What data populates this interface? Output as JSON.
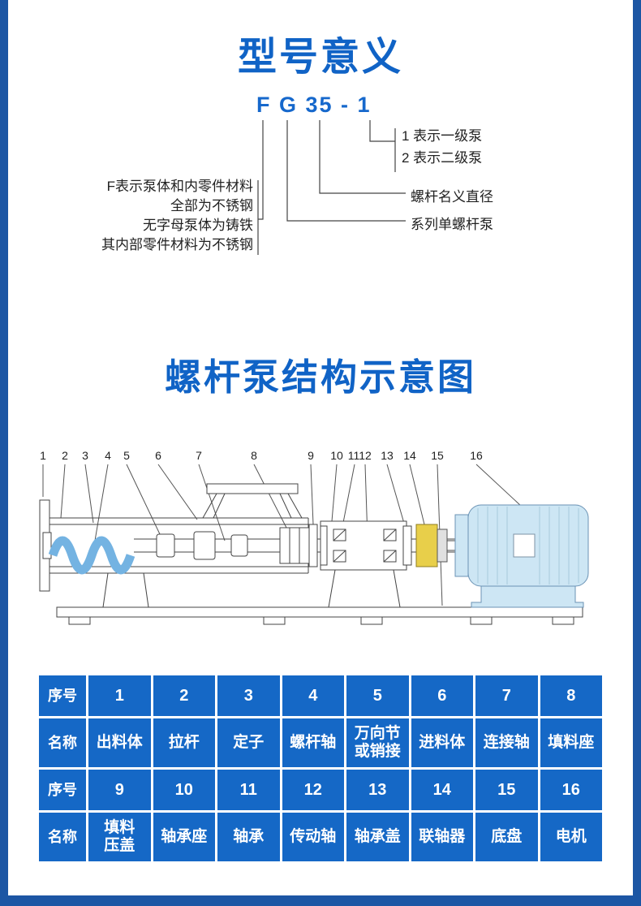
{
  "colors": {
    "accent_blue": "#1063c6",
    "table_blue": "#1568c6",
    "border_blue": "#1c56a4",
    "coupling_yellow": "#e8cf4a",
    "motor_blue": "#cde6f4",
    "screw_blue": "#74b3e2"
  },
  "model_section": {
    "title": "型号意义",
    "code": "F G 35 - 1",
    "stage_labels": [
      "1 表示一级泵",
      "2 表示二级泵"
    ],
    "diameter_label": "螺杆名义直径",
    "series_label": "系列单螺杆泵",
    "material_lines": [
      "F表示泵体和内零件材料",
      "全部为不锈钢",
      "无字母泵体为铸铁",
      "其内部零件材料为不锈钢"
    ]
  },
  "diagram_section": {
    "title": "螺杆泵结构示意图",
    "numbers": [
      "1",
      "2",
      "3",
      "4",
      "5",
      "6",
      "7",
      "8",
      "9",
      "10",
      "11",
      "12",
      "13",
      "14",
      "15",
      "16"
    ]
  },
  "table": {
    "rows": [
      {
        "header": "序号",
        "cells": [
          "1",
          "2",
          "3",
          "4",
          "5",
          "6",
          "7",
          "8"
        ]
      },
      {
        "header": "名称",
        "cells": [
          "出料体",
          "拉杆",
          "定子",
          "螺杆轴",
          "万向节\n或销接",
          "进料体",
          "连接轴",
          "填料座"
        ]
      },
      {
        "header": "序号",
        "cells": [
          "9",
          "10",
          "11",
          "12",
          "13",
          "14",
          "15",
          "16"
        ]
      },
      {
        "header": "名称",
        "cells": [
          "填料\n压盖",
          "轴承座",
          "轴承",
          "传动轴",
          "轴承盖",
          "联轴器",
          "底盘",
          "电机"
        ]
      }
    ]
  }
}
